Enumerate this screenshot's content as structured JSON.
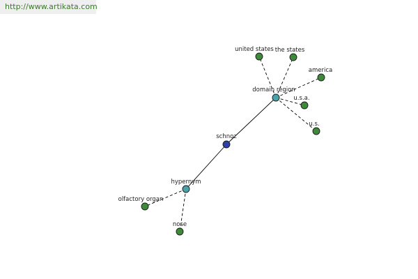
{
  "banner": {
    "url": "http://www.artikata.com"
  },
  "graph": {
    "colors": {
      "center": "#2f3fa8",
      "relation": "#4aa3a8",
      "leaf": "#3f8a3a"
    },
    "nodes": {
      "schnoz": {
        "label": "schnoz",
        "role": "center"
      },
      "domain_region": {
        "label": "domain region",
        "role": "relation"
      },
      "hypernym": {
        "label": "hypernym",
        "role": "relation"
      },
      "united_states": {
        "label": "united states",
        "role": "leaf"
      },
      "the_states": {
        "label": "the states",
        "role": "leaf"
      },
      "america": {
        "label": "america",
        "role": "leaf"
      },
      "usa": {
        "label": "u.s.a.",
        "role": "leaf"
      },
      "us": {
        "label": "u.s.",
        "role": "leaf"
      },
      "olfactory_organ": {
        "label": "olfactory organ",
        "role": "leaf"
      },
      "nose": {
        "label": "nose",
        "role": "leaf"
      }
    }
  }
}
